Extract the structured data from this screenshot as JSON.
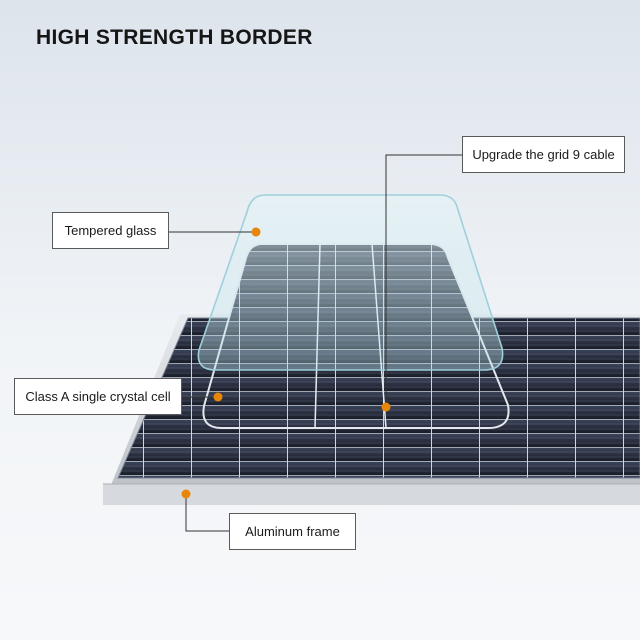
{
  "header": {
    "title": "HIGH STRENGTH BORDER"
  },
  "callouts": {
    "tempered_glass": "Tempered glass",
    "grid_cable": "Upgrade the grid 9 cable",
    "cell": "Class A single crystal cell",
    "frame": "Aluminum frame"
  },
  "colors": {
    "background": "#e8edf2",
    "cell": "#1e2330",
    "frame": "#cfd3d8",
    "glass": "#c9e6ee",
    "marker": "#e8860a",
    "leader_line": "#333333"
  },
  "icons": {
    "marker": "orange-dot-icon"
  }
}
